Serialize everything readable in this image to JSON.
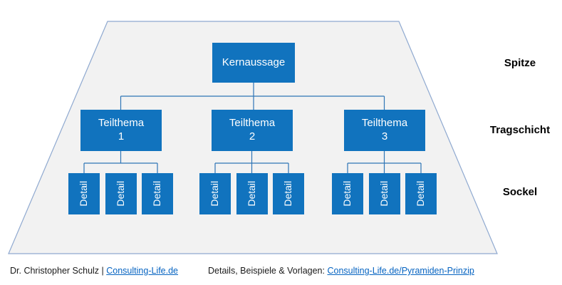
{
  "colors": {
    "box_fill": "#1173BE",
    "box_text": "#FFFFFF",
    "connector_line": "#2E75B6",
    "pyramid_fill": "#F2F2F2",
    "pyramid_border": "#8FA9D0",
    "layer_label_text": "#000000",
    "link": "#0563C1"
  },
  "diagram": {
    "root": {
      "label": "Kernaussage"
    },
    "branches": [
      {
        "line1": "Teilthema",
        "line2": "1",
        "details": [
          "Detail",
          "Detail",
          "Detail"
        ]
      },
      {
        "line1": "Teilthema",
        "line2": "2",
        "details": [
          "Detail",
          "Detail",
          "Detail"
        ]
      },
      {
        "line1": "Teilthema",
        "line2": "3",
        "details": [
          "Detail",
          "Detail",
          "Detail"
        ]
      }
    ],
    "layer_labels": [
      {
        "label": "Spitze"
      },
      {
        "label": "Tragschicht"
      },
      {
        "label": "Sockel"
      }
    ]
  },
  "footer": {
    "author_prefix": "Dr. Christopher Schulz | ",
    "author_link": "Consulting-Life.de",
    "info_prefix": "Details, Beispiele & Vorlagen: ",
    "info_link": "Consulting-Life.de/Pyramiden-Prinzip"
  }
}
